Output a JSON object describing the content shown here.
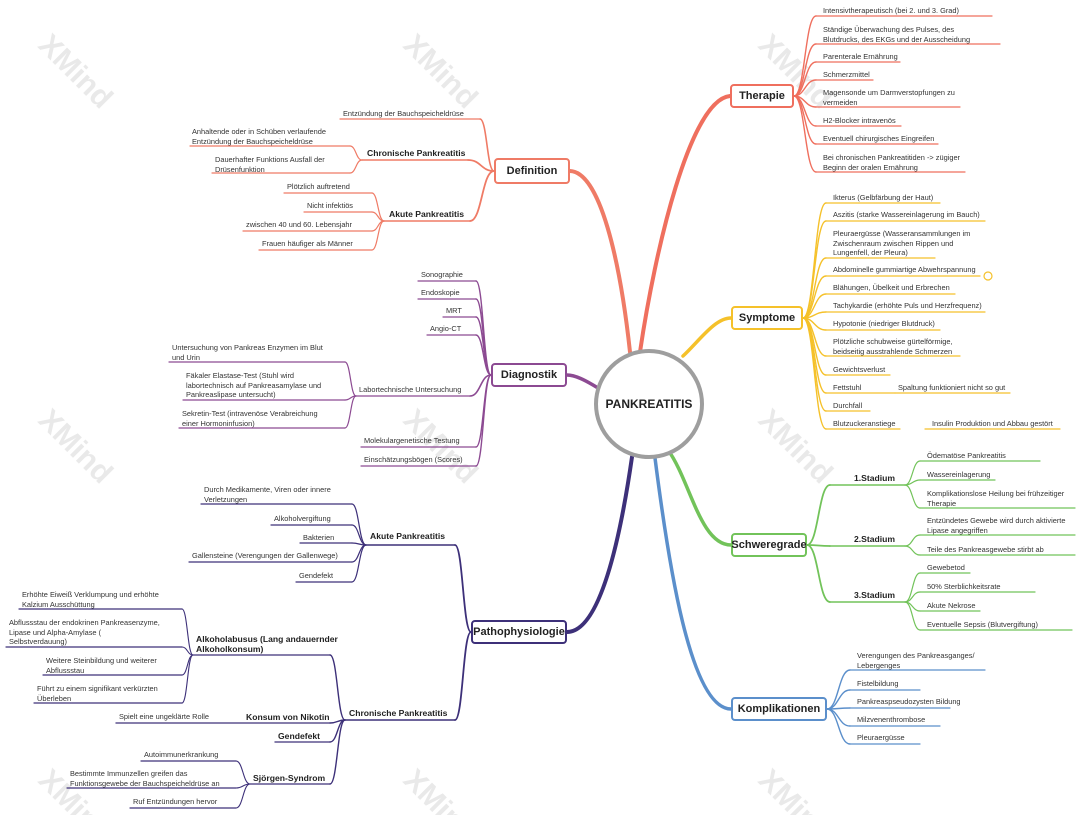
{
  "center": "PANKREATITIS",
  "watermark": "XMind",
  "colors": {
    "therapie": "#ef6f5e",
    "definition": "#ef7b66",
    "symptome": "#f5c12a",
    "diagnostik": "#8c4a92",
    "schweregrade": "#72c35a",
    "pathophysiologie": "#3d3079",
    "komplikationen": "#5b8fcb"
  },
  "branches": {
    "therapie": {
      "label": "Therapie",
      "items": [
        "Intensivtherapeutisch (bei 2. und 3. Grad)",
        "Ständige Überwachung des Pulses, des\nBlutdrucks, des EKGs und der Ausscheidung",
        "Parenterale Ernährung",
        "Schmerzmittel",
        "Magensonde um Darmverstopfungen zu\nvermeiden",
        "H2-Blocker intravenös",
        "Eventuell chirurgisches Eingreifen",
        "Bei chronischen Pankreatitiden -> zügiger\nBeginn der oralen Ernährung"
      ]
    },
    "definition": {
      "label": "Definition",
      "top": "Entzündung der Bauchspeicheldrüse",
      "chronisch": {
        "label": "Chronische Pankreatitis",
        "items": [
          "Anhaltende oder in Schüben verlaufende\nEntzündung der Bauchspeicheldrüse",
          "Dauerhafter Funktions Ausfall der\nDrüsenfunktion"
        ]
      },
      "akut": {
        "label": "Akute Pankreatitis",
        "items": [
          "Plötzlich auftretend",
          "Nicht infektiös",
          "zwischen 40 und 60. Lebensjahr",
          "Frauen häufiger als Männer"
        ]
      }
    },
    "symptome": {
      "label": "Symptome",
      "items": [
        "Ikterus (Gelbfärbung der Haut)",
        "Aszitis (starke Wassereinlagerung im Bauch)",
        "Pleuraergüsse (Wasseransammlungen im\nZwischenraum zwischen Rippen und\nLungenfell, der Pleura)",
        "Abdominelle gummiartige Abwehrspannung",
        "Blähungen, Übelkeit und Erbrechen",
        "Tachykardie (erhöhte Puls und Herzfrequenz)",
        "Hypotonie (niedriger Blutdruck)",
        "Plötzliche schubweise gürtelförmige,\nbeidseitig ausstrahlende Schmerzen",
        "Gewichtsverlust",
        "Fettstuhl",
        "Durchfall",
        "Blutzuckeranstiege"
      ],
      "fettstuhl_detail": "Spaltung funktioniert nicht so gut",
      "blutzucker_detail": "Insulin Produktion und Abbau gestört"
    },
    "diagnostik": {
      "label": "Diagnostik",
      "items": [
        "Sonographie",
        "Endoskopie",
        "MRT",
        "Angio-CT"
      ],
      "labor": {
        "label": "Labortechnische Untersuchung",
        "items": [
          "Untersuchung von Pankreas Enzymen im Blut\nund Urin",
          "Fäkaler Elastase-Test (Stuhl wird\nlabortechnisch auf Pankreasamylase und\nPankreaslipase  untersucht)",
          "Sekretin-Test (intravenöse Verabreichung\neiner Hormoninfusion)"
        ]
      },
      "bottom": [
        "Molekulargenetische Testung",
        "Einschätzungsbögen (Scores)"
      ]
    },
    "schweregrade": {
      "label": "Schweregrade",
      "stages": [
        {
          "label": "1.Stadium",
          "items": [
            "Ödematöse Pankreatitis",
            "Wassereinlagerung",
            "Komplikationslose Heilung bei frühzeitiger\nTherapie"
          ]
        },
        {
          "label": "2.Stadium",
          "items": [
            "Entzündetes Gewebe wird durch aktivierte\nLipase angegriffen",
            "Teile des Pankreasgewebe stirbt ab"
          ]
        },
        {
          "label": "3.Stadium",
          "items": [
            "Gewebetod",
            "50% Sterblichkeitsrate",
            "Akute Nekrose",
            "Eventuelle Sepsis (Blutvergiftung)"
          ]
        }
      ]
    },
    "pathophysiologie": {
      "label": "Pathophysiologie",
      "akut": {
        "label": "Akute Pankreatitis",
        "items": [
          "Durch Medikamente, Viren oder innere\nVerletzungen",
          "Alkoholvergiftung",
          "Bakterien",
          "Gallensteine (Verengungen der Gallenwege)",
          "Gendefekt"
        ]
      },
      "chronisch": {
        "label": "Chronische Pankreatitis",
        "alkohol": {
          "label": "Alkoholabusus (Lang andauernder\nAlkoholkonsum)",
          "items": [
            "Erhöhte Eiweiß Verklumpung und erhöhte\nKalzium Ausschüttung",
            "Abflussstau der endokrinen Pankreasenzyme,\nLipase und Alpha-Amylase  (\nSelbstverdauung)",
            "Weitere Steinbildung und weiterer\nAbflussstau",
            "Führt zu einem signifikant verkürzten\nÜberleben"
          ]
        },
        "nikotin": {
          "label": "Konsum von Nikotin",
          "items": [
            "Spielt eine ungeklärte Rolle"
          ]
        },
        "gendefekt": "Gendefekt",
        "sjoegren": {
          "label": "Sjörgen-Syndrom",
          "items": [
            "Autoimmunerkrankung",
            "Bestimmte Immunzellen greifen das\nFunktionsgewebe der Bauchspeicheldrüse an",
            "Ruf Entzündungen hervor"
          ]
        }
      }
    },
    "komplikationen": {
      "label": "Komplikationen",
      "items": [
        "Verengungen des Pankreasganges/\nLebergenges",
        "Fistelbildung",
        "Pankreaspseudozysten Bildung",
        "Milzvenenthrombose",
        "Pleuraergüsse"
      ]
    }
  }
}
